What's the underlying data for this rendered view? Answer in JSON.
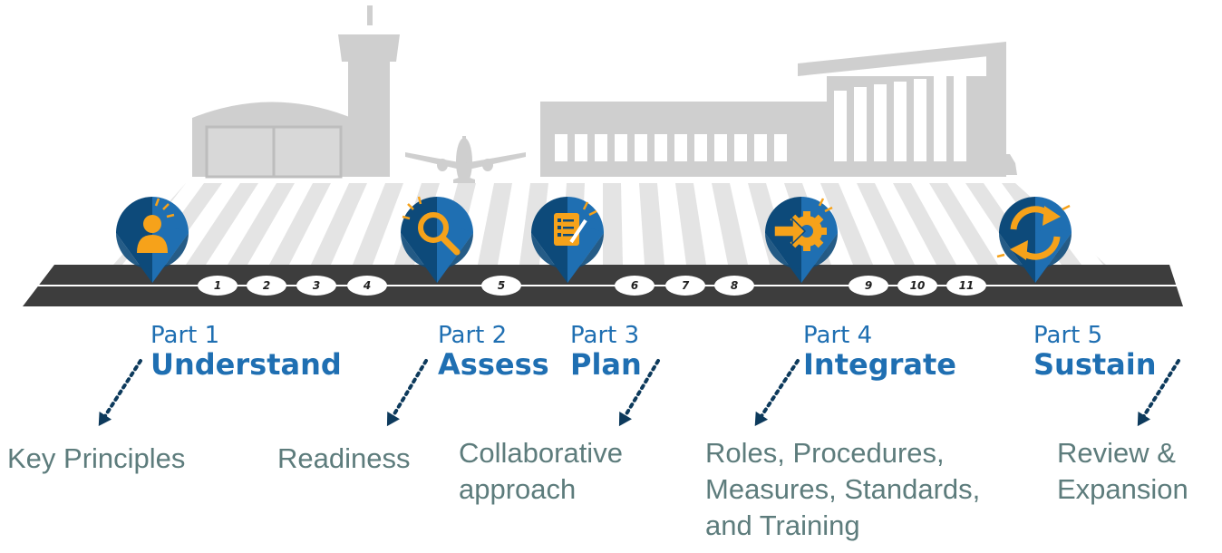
{
  "parts": [
    {
      "part": "Part 1",
      "title": "Understand",
      "description": "Key Principles",
      "icon": "person-icon"
    },
    {
      "part": "Part 2",
      "title": "Assess",
      "description": "Readiness",
      "icon": "magnifier-icon"
    },
    {
      "part": "Part 3",
      "title": "Plan",
      "description": "Collaborative approach",
      "icon": "checklist-icon"
    },
    {
      "part": "Part 4",
      "title": "Integrate",
      "description": "Roles, Procedures, Measures, Standards, and Training",
      "icon": "gear-arrow-icon"
    },
    {
      "part": "Part 5",
      "title": "Sustain",
      "description": "Review & Expansion",
      "icon": "cycle-arrows-icon"
    }
  ],
  "steps": [
    "1",
    "2",
    "3",
    "4",
    "5",
    "6",
    "7",
    "8",
    "9",
    "10",
    "11"
  ],
  "colors": {
    "pin_dark": "#0d4a7a",
    "pin_light": "#1f6fb2",
    "icon_orange": "#f6a21a",
    "title_blue": "#1f6fb2",
    "desc_teal": "#5d7c7c",
    "building_gray": "#cfcfcf",
    "runway": "#3d3d3d"
  }
}
